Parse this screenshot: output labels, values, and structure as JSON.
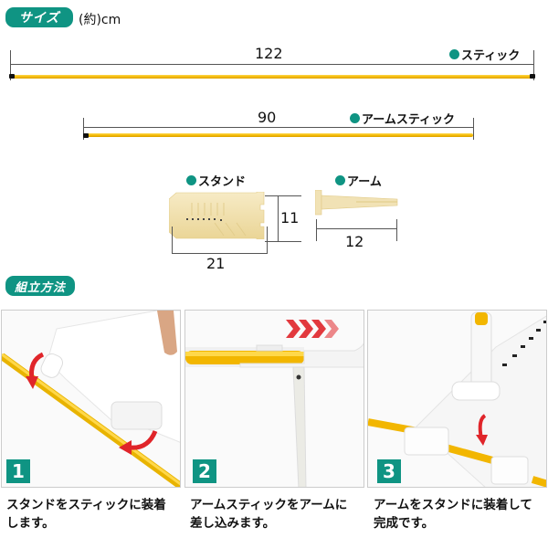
{
  "size_section": {
    "title": "サイズ",
    "unit": "(約)cm",
    "stick": {
      "label": "スティック",
      "length": "122"
    },
    "arm_stick": {
      "label": "アームスティック",
      "length": "90"
    },
    "stand": {
      "label": "スタンド",
      "width": "21",
      "height": "11"
    },
    "arm": {
      "label": "アーム",
      "length": "12"
    }
  },
  "assembly_section": {
    "title": "組立方法",
    "steps": [
      {
        "number": "1",
        "caption_line1": "スタンドをスティックに装着",
        "caption_line2": "します。"
      },
      {
        "number": "2",
        "caption_line1": "アームスティックをアームに",
        "caption_line2": "差し込みます。"
      },
      {
        "number": "3",
        "caption_line1": "アームをスタンドに装着して",
        "caption_line2": "完成です。"
      }
    ]
  },
  "colors": {
    "accent_teal": "#0f9483",
    "stick_yellow": "#f2b600",
    "arrow_red": "#e0252a",
    "part_beige": "#f1e2b5"
  }
}
